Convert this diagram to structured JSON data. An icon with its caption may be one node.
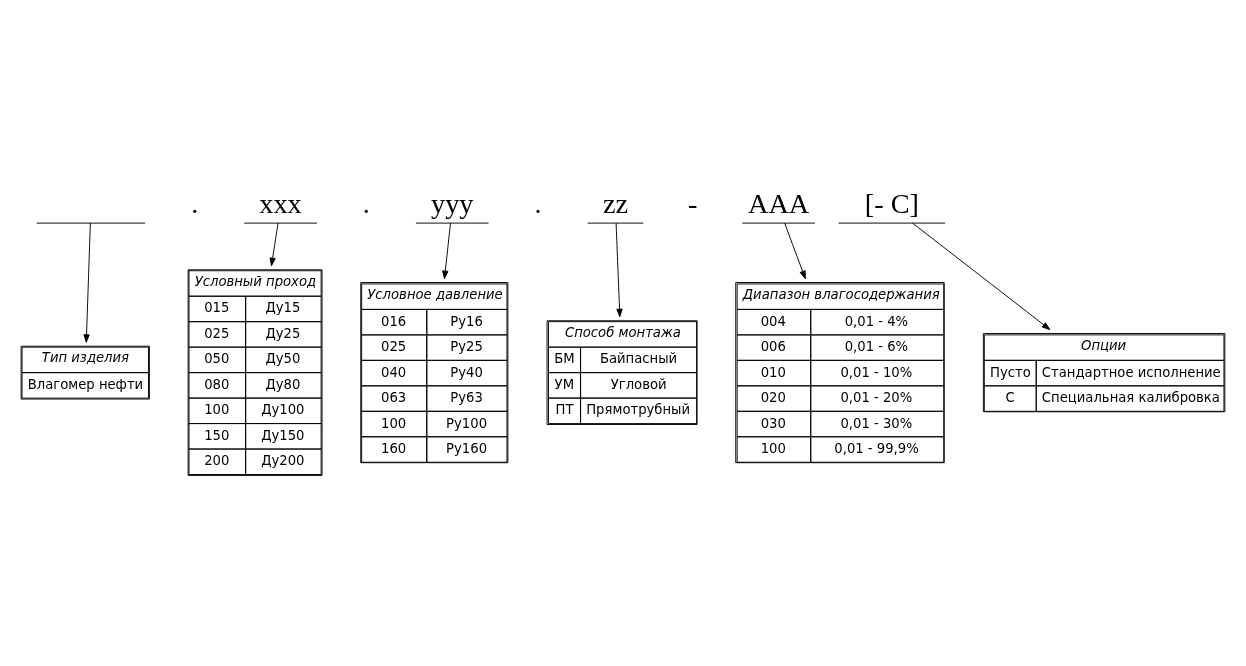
{
  "diagram": {
    "nodes": [
      {
        "text": [],
        "shape": "bar"
      },
      {
        "text": [
          "xxx"
        ]
      },
      {
        "text": [
          "yyy"
        ]
      },
      {
        "text": [
          "zz"
        ]
      },
      {
        "text": [
          "AAA"
        ]
      },
      {
        "text": [
          "[- C]"
        ]
      },
      {
        "text": [
          "Тип изделия",
          "Влагомер нефти"
        ]
      },
      {
        "text": [
          "Условный проход",
          "015",
          "Ду15",
          "025",
          "Ду25",
          "050",
          "Ду50",
          "080",
          "Ду80",
          "100",
          "Ду100",
          "150",
          "Ду150",
          "200",
          "Ду200"
        ]
      },
      {
        "text": [
          "Условное давление",
          "016",
          "Ру16",
          "025",
          "Ру25",
          "040",
          "Ру40",
          "063",
          "Ру63",
          "100",
          "Ру100",
          "160",
          "Ру160"
        ]
      },
      {
        "text": [
          "Способ монтажа",
          "БМ",
          "Байпасный",
          "УМ",
          "Угловой",
          "ПТ",
          "Прямотрубный"
        ]
      },
      {
        "text": [
          "Опции",
          "Пусто",
          "Стандартное исполнение",
          "C",
          "Специальная калибровка"
        ]
      },
      {
        "text": [
          "Диапазон влагосодержания",
          "004",
          "0,01 - 4%",
          "006",
          "0,01 - 6%",
          "010",
          "0,01 - 10%",
          "020",
          "0,01 - 20%",
          "030",
          "0,01 - 30%",
          "100",
          "0,01 - 99,9%"
        ]
      }
    ],
    "edges": [
      {
        "from": 0,
        "to": 6,
        "arrow": "to"
      },
      {
        "from": 1,
        "to": 7,
        "arrow": "to"
      },
      {
        "from": 2,
        "to": 8,
        "arrow": "to"
      },
      {
        "from": 3,
        "to": 9,
        "arrow": "to"
      },
      {
        "from": 4,
        "to": 11,
        "arrow": "to"
      },
      {
        "from": 5,
        "to": 10,
        "arrow": "to"
      }
    ],
    "labels": [
      ".",
      ".",
      ".",
      "-"
    ]
  }
}
